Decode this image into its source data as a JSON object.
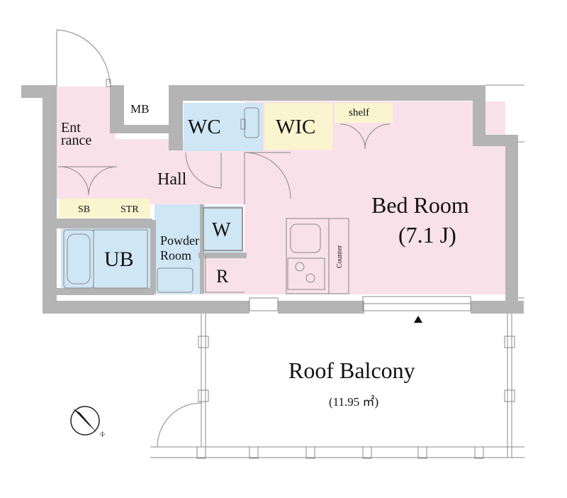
{
  "rooms": {
    "entrance_line1": "Ent",
    "entrance_line2": "rance",
    "mb": "MB",
    "wc": "WC",
    "wic": "WIC",
    "shelf": "shelf",
    "hall": "Hall",
    "sb": "SB",
    "str": "STR",
    "ub": "UB",
    "powder_line1": "Powder",
    "powder_line2": "Room",
    "w": "W",
    "r": "R",
    "counter": "Counter",
    "bedroom": "Bed Room",
    "bedroom_size": "(7.1 J)",
    "balcony": "Roof Balcony",
    "balcony_area": "(11.95 ㎡)"
  },
  "compass": {
    "label": "N"
  },
  "colors": {
    "pink": "#f9e1ea",
    "blue": "#cfe6f5",
    "yellow": "#fbf5cf",
    "wall": "#b4b4b4",
    "line": "#888888"
  }
}
